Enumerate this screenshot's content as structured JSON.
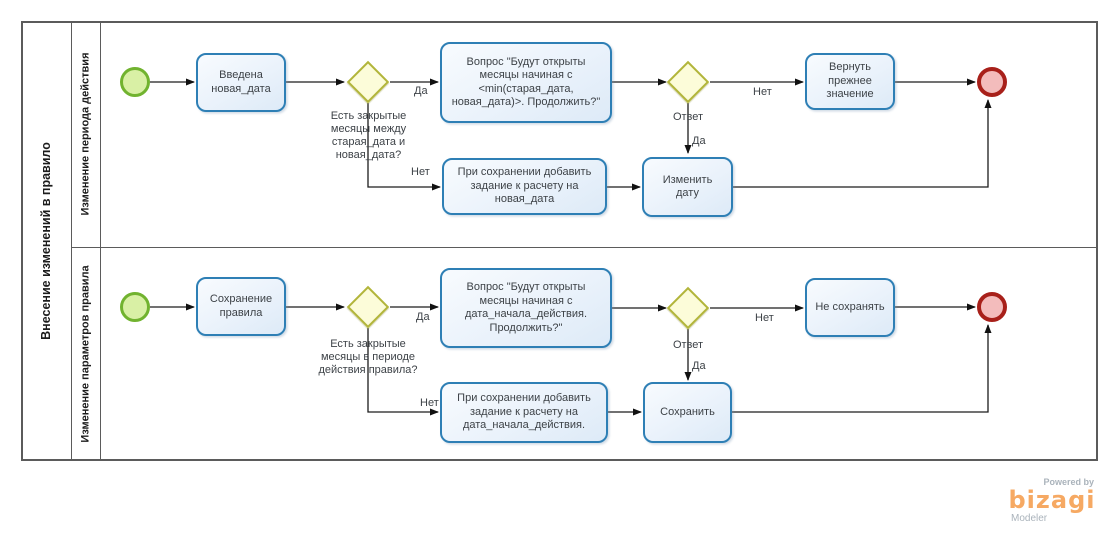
{
  "pool": {
    "title": "Внесение изменений в правило",
    "lanes": [
      {
        "title": "Изменение периода действия"
      },
      {
        "title": "Изменение параметров правила"
      }
    ]
  },
  "lane1": {
    "task_entered": "Введена новая_дата",
    "gateway_question": "Есть закрытые месяцы между старая_дата и новая_дата?",
    "task_question": "Вопрос \"Будут открыты месяцы начиная с <min(старая_дата, новая_дата)>. Продолжить?\"",
    "task_return": "Вернуть прежнее значение",
    "task_add": "При сохранении добавить задание к расчету на новая_дата",
    "task_change_date": "Изменить дату"
  },
  "lane2": {
    "task_save_rule": "Сохранение правила",
    "gateway_question": "Есть закрытые месяцы в периоде действия правила?",
    "task_question": "Вопрос \"Будут открыты месяцы начиная с дата_начала_действия. Продолжить?\"",
    "task_no_save": "Не сохранять",
    "task_add": "При сохранении добавить задание к расчету на дата_начала_действия.",
    "task_save": "Сохранить"
  },
  "labels": {
    "yes": "Да",
    "no": "Нет",
    "answer": "Ответ"
  },
  "branding": {
    "powered_by": "Powered by",
    "brand": "bizagi",
    "product": "Modeler"
  },
  "colors": {
    "task_border": "#2e7fb5",
    "task_fill": "#eaf2fb",
    "gateway_border": "#b2b53b",
    "gateway_fill": "#fcfcd9",
    "start_border": "#71b32f",
    "start_fill": "#d9f0a5",
    "end_border": "#a8201a",
    "end_fill": "#f3bcbc",
    "pool_border": "#5b5b5b",
    "brand_orange": "#f6a963"
  }
}
